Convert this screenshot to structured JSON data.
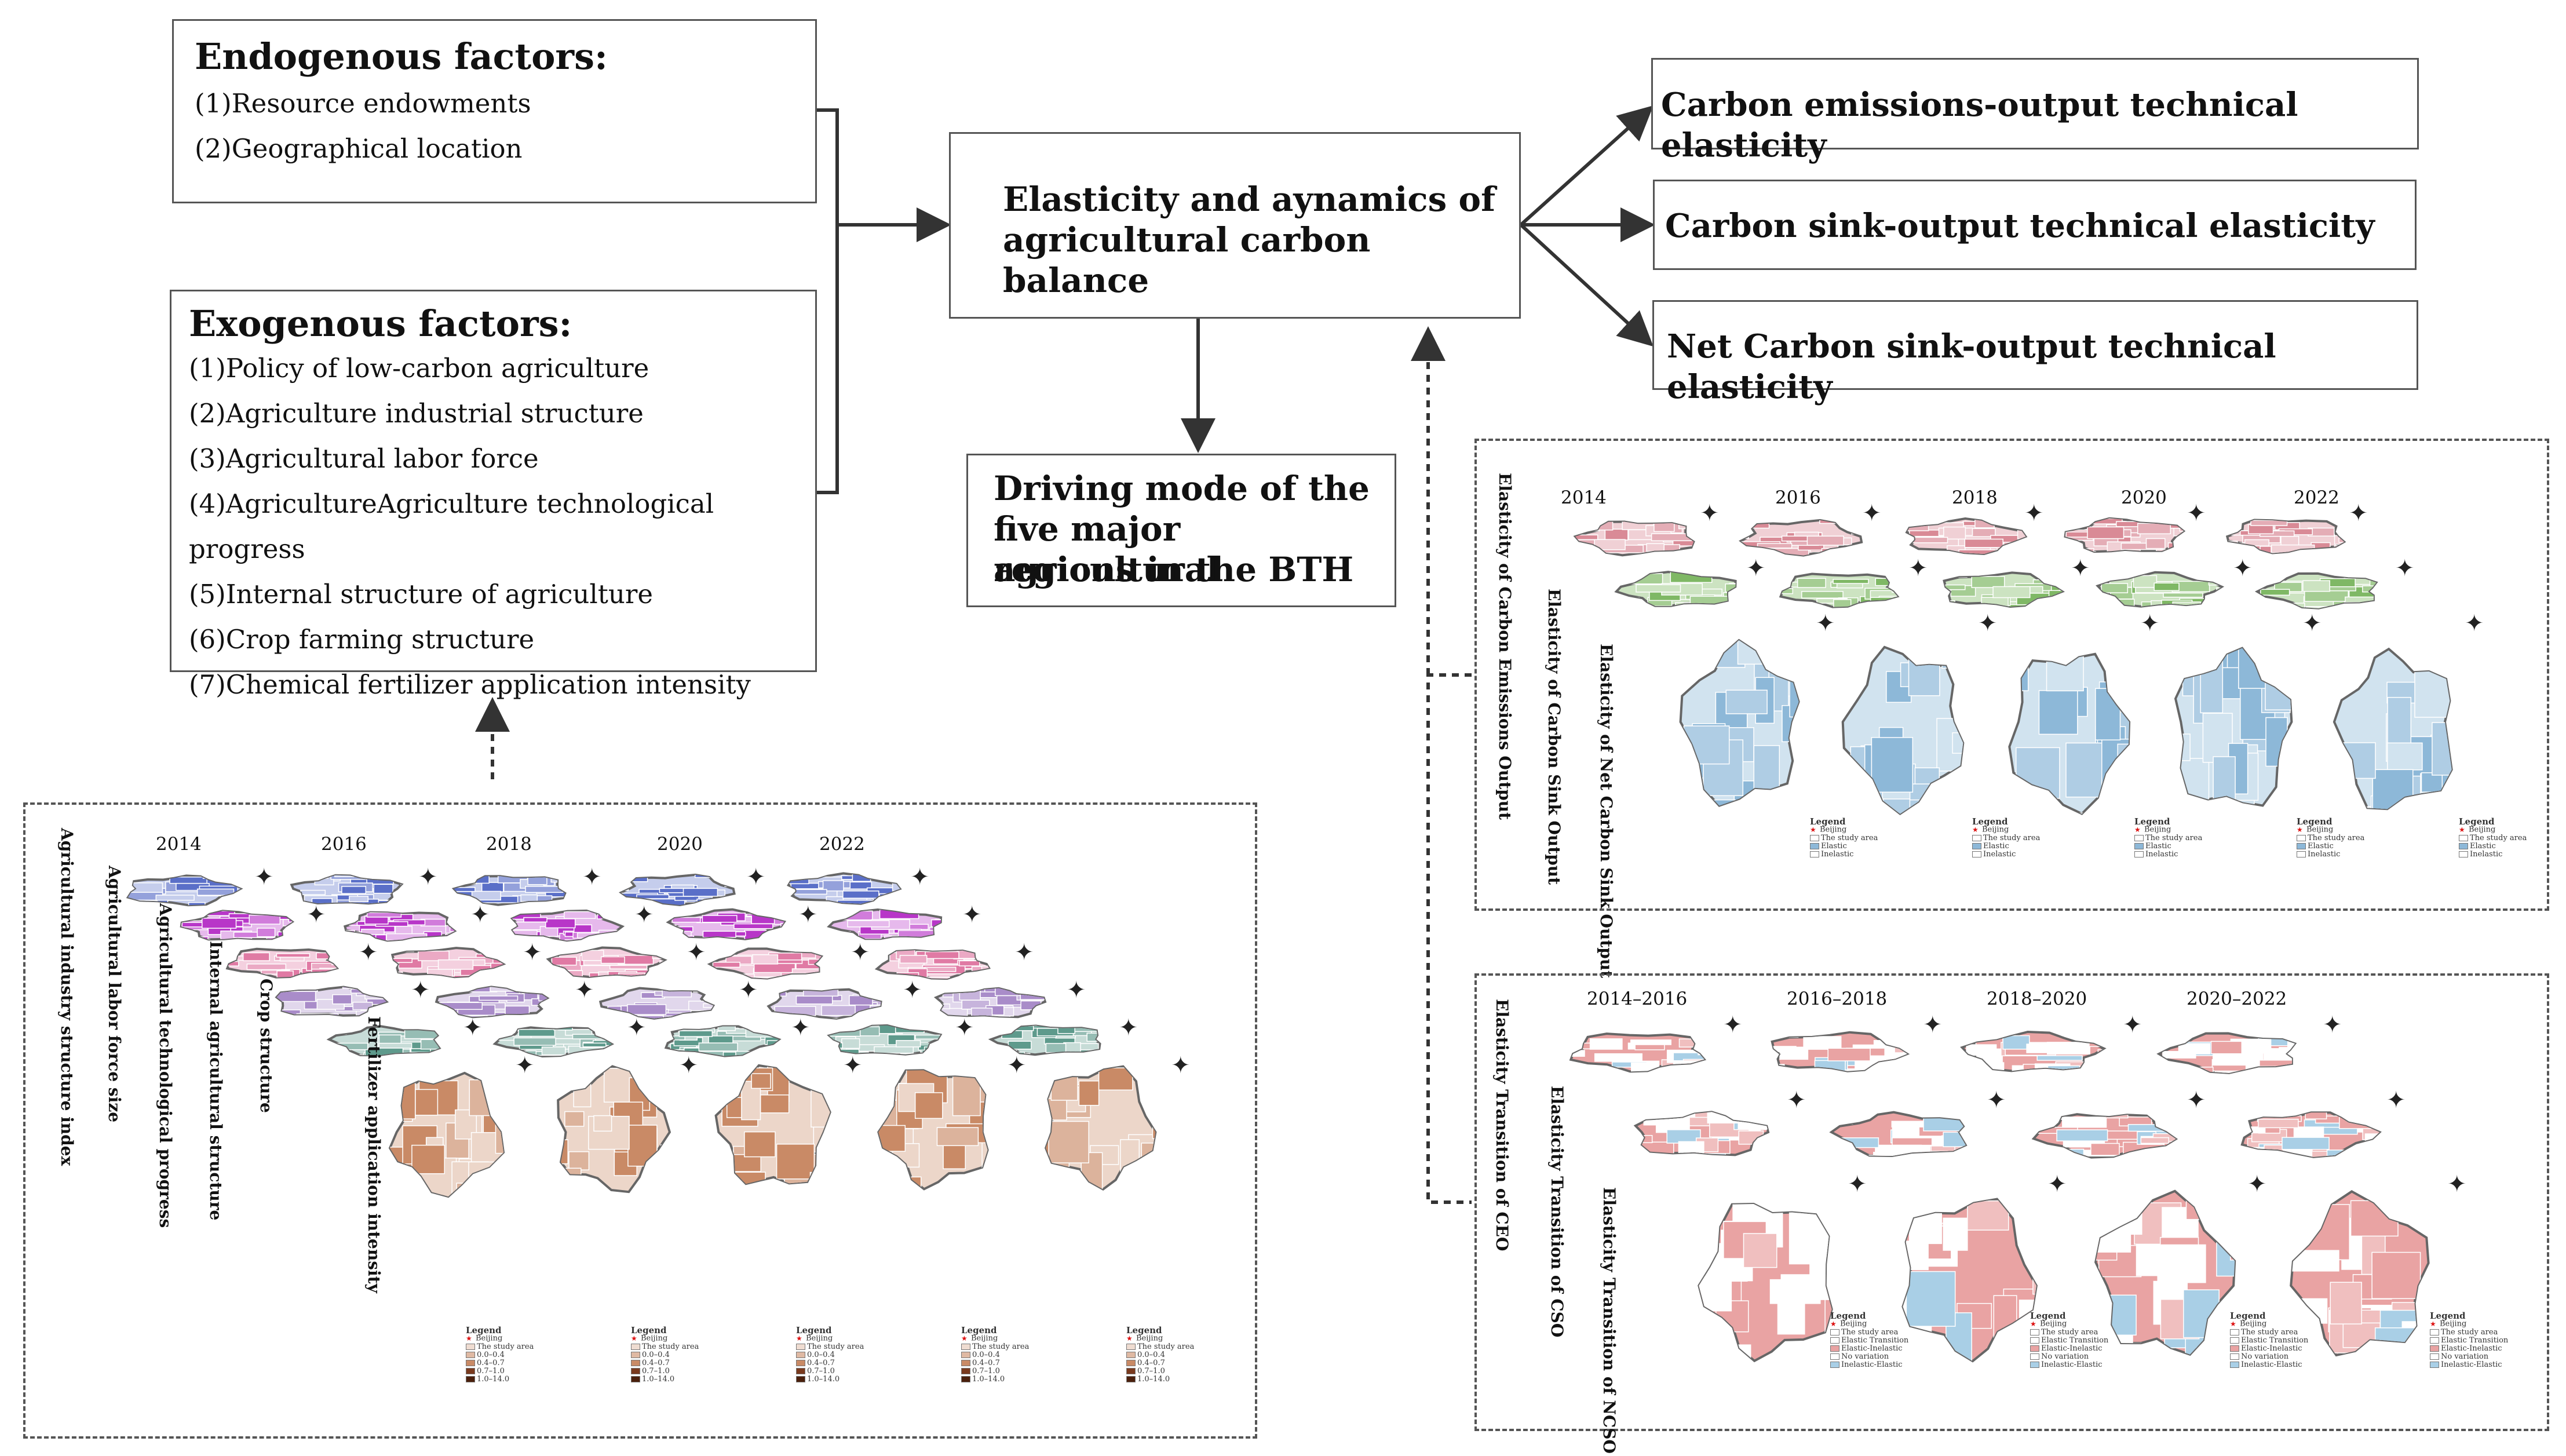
{
  "endogenous": {
    "title": "Endogenous factors:",
    "items": [
      "(1)Resource endowments",
      "(2)Geographical location"
    ]
  },
  "exogenous": {
    "title": "Exogenous factors:",
    "items": [
      "(1)Policy of low-carbon agriculture",
      "(2)Agriculture industrial structure",
      "(3)Agricultural labor force",
      "(4)AgricultureAgriculture technological progress",
      "(5)Internal structure of agriculture",
      "(6)Crop farming structure",
      "(7)Chemical fertilizer application intensity"
    ]
  },
  "center": {
    "line1": "Elasticity and aynamics of",
    "line2": "agricultural carbon balance"
  },
  "driving": {
    "line1": "Driving mode of the",
    "line2": "five major agricultural",
    "line3": "regions in the BTH"
  },
  "outputs": [
    "Carbon emissions-output technical elasticity",
    "Carbon sink-output technical elasticity",
    "Net Carbon sink-output technical elasticity"
  ],
  "left_panel": {
    "years": [
      "2014",
      "2016",
      "2018",
      "2020",
      "2022"
    ],
    "layers": [
      "Agricultural industry structure index",
      "Agricultural labor force size",
      "Agricultural technological progress",
      "Internal agricultural structure",
      "Crop structure",
      "Fertilizer application intensity"
    ],
    "legend": {
      "title": "Legend",
      "items": [
        "Beijing",
        "The study area",
        "0.0–0.4",
        "0.4–0.7",
        "0.7–1.0",
        "1.0–14.0"
      ]
    }
  },
  "right_top_panel": {
    "years": [
      "2014",
      "2016",
      "2018",
      "2020",
      "2022"
    ],
    "layers": [
      "Elasticity of Carbon Emissions Output",
      "Elasticity of Carbon Sink Output",
      "Elasticity of Net Carbon Sink Output"
    ],
    "legend": {
      "title": "Legend",
      "items": [
        "Beijing",
        "The study area",
        "Elastic",
        "Inelastic"
      ]
    }
  },
  "right_bottom_panel": {
    "periods": [
      "2014–2016",
      "2016–2018",
      "2018–2020",
      "2020–2022"
    ],
    "layers": [
      "Elasticity Transition of CEO",
      "Elasticity Transition of CSO",
      "Elasticity Transition of NCSO"
    ],
    "legend": {
      "title": "Legend",
      "items": [
        "Beijing",
        "The study area",
        "Elastic Transition",
        "Elastic-Inelastic",
        "No variation",
        "Inelastic-Elastic"
      ]
    }
  },
  "colors": {
    "left_layers": [
      "#5a6fc8",
      "#b836c8",
      "#e07aa4",
      "#a98cc9",
      "#5e9a8c",
      "#c98a66"
    ],
    "right_top_layers": [
      "#d98a96",
      "#7fb865",
      "#8db8d8"
    ],
    "right_bottom": [
      "#e9a3a3",
      "#a9cfe6"
    ]
  }
}
